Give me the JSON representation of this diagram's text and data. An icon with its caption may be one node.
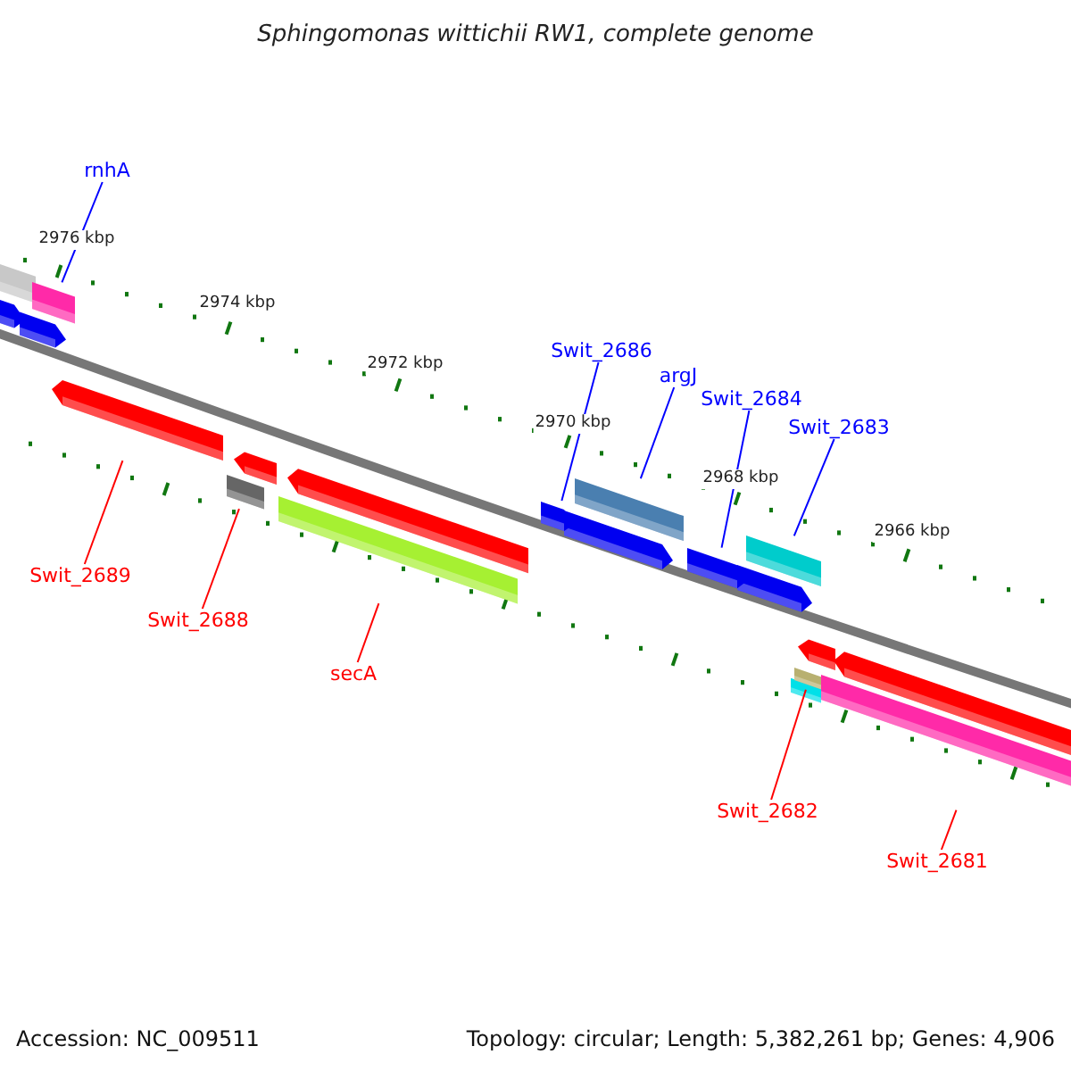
{
  "diagram": {
    "title": "Sphingomonas wittichii RW1, complete genome",
    "nodes": [
      {
        "text": [
          "rnhA"
        ]
      },
      {
        "text": [
          "Swit_2686"
        ]
      },
      {
        "text": [
          "argJ"
        ]
      },
      {
        "text": [
          "Swit_2684"
        ]
      },
      {
        "text": [
          "Swit_2683"
        ]
      },
      {
        "text": [
          "Swit_2689"
        ]
      },
      {
        "text": [
          "Swit_2688"
        ]
      },
      {
        "text": [
          "secA"
        ]
      },
      {
        "text": [
          "Swit_2682"
        ]
      },
      {
        "text": [
          "Swit_2681"
        ]
      },
      {
        "text": [],
        "shape": "bar"
      },
      {
        "text": [],
        "shape": "bar"
      },
      {
        "text": [],
        "shape": "bar"
      },
      {
        "text": [],
        "shape": "bar"
      },
      {
        "text": [],
        "shape": "bar"
      },
      {
        "text": [],
        "shape": "bar"
      },
      {
        "text": [],
        "shape": "bar"
      },
      {
        "text": [],
        "shape": "bar"
      },
      {
        "text": [],
        "shape": "bar"
      },
      {
        "text": [],
        "shape": "bar"
      }
    ],
    "edges": [
      {
        "from": 0,
        "to": 10,
        "arrow": "none",
        "color": "#0000ff"
      },
      {
        "from": 1,
        "to": 11,
        "arrow": "none",
        "color": "#0000ff"
      },
      {
        "from": 2,
        "to": 12,
        "arrow": "none",
        "color": "#0000ff"
      },
      {
        "from": 3,
        "to": 13,
        "arrow": "none",
        "color": "#0000ff"
      },
      {
        "from": 4,
        "to": 14,
        "arrow": "none",
        "color": "#0000ff"
      },
      {
        "from": 5,
        "to": 15,
        "arrow": "none",
        "color": "#ff0000"
      },
      {
        "from": 6,
        "to": 16,
        "arrow": "none",
        "color": "#ff0000"
      },
      {
        "from": 7,
        "to": 17,
        "arrow": "none",
        "color": "#ff0000"
      },
      {
        "from": 8,
        "to": 18,
        "arrow": "none",
        "color": "#ff0000"
      },
      {
        "from": 9,
        "to": 19,
        "arrow": "none",
        "color": "#ff0000"
      }
    ],
    "labels": [
      "2976 kbp",
      "2974 kbp",
      "2972 kbp",
      "2970 kbp",
      "2968 kbp",
      "2966 kbp",
      "Accession: NC_009511",
      "Topology: circular; Length: 5,382,261 bp; Genes: 4,906"
    ]
  }
}
